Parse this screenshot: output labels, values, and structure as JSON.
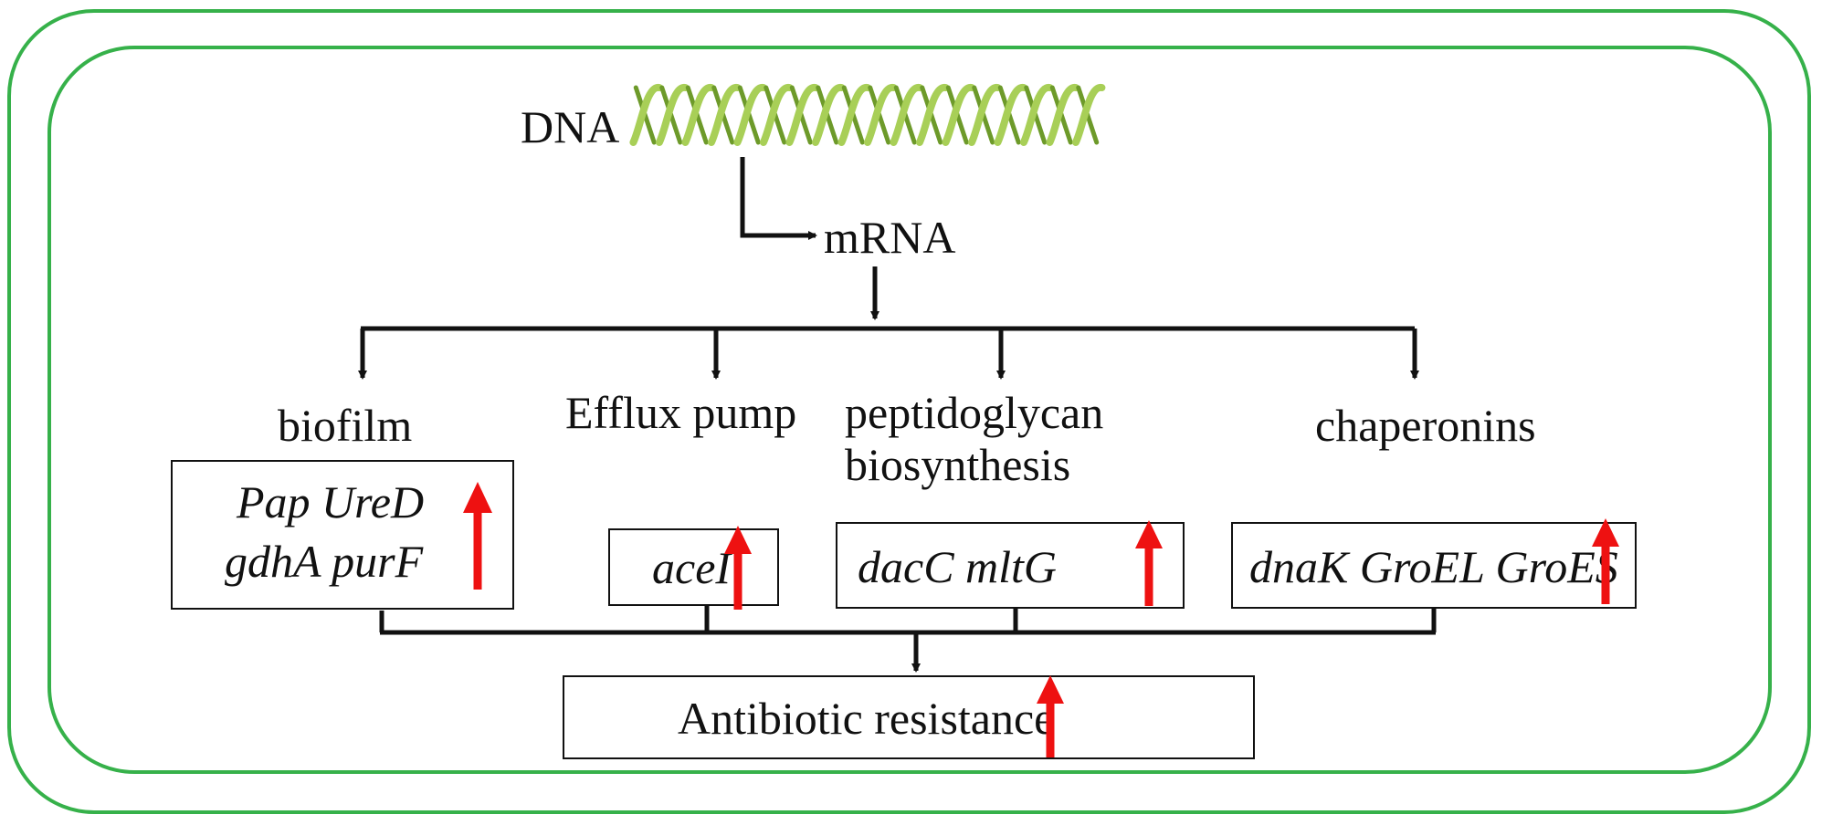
{
  "dna_label": "DNA",
  "mrna_label": "mRNA",
  "categories": [
    {
      "title": "biofilm",
      "genes_line1": "Pap UreD",
      "genes_line2": "gdhA purF"
    },
    {
      "title": "Efflux pump",
      "genes": "aceI"
    },
    {
      "title_line1": "peptidoglycan",
      "title_line2": "biosynthesis",
      "genes": "dacC mltG"
    },
    {
      "title": "chaperonins",
      "genes": "dnaK GroEL GroES"
    }
  ],
  "outcome": "Antibiotic resistance",
  "colors": {
    "membrane": "#36b14a",
    "helix_light": "#a8cf57",
    "helix_dark": "#6d9a2a",
    "upregulation_arrow": "#ee1111",
    "connector": "#111111"
  },
  "icons": {
    "dna": "dna-helix-icon",
    "up": "up-arrow-icon"
  }
}
